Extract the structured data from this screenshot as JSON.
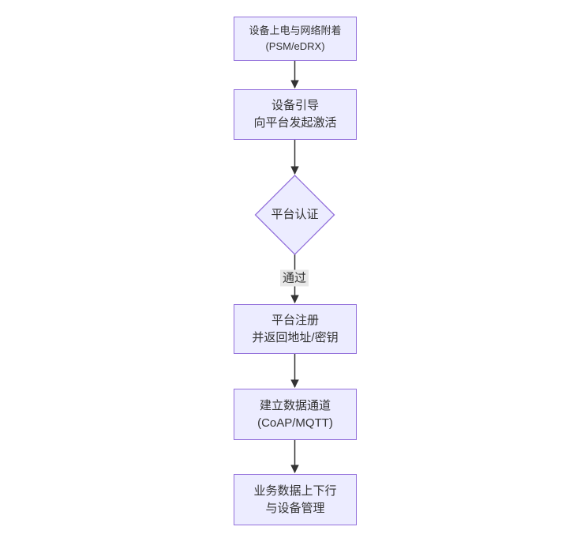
{
  "theme": {
    "background": "#ffffff",
    "node_fill": "#ECECFF",
    "node_border": "#9370DB",
    "edge_color": "#333333",
    "text_color": "#333333",
    "edge_label_bg": "#e8e8e8"
  },
  "diagram": {
    "type": "flowchart",
    "direction": "top-down",
    "nodes": [
      {
        "id": "power-on-attach",
        "shape": "rect",
        "lines": [
          "设备上电与网络附着",
          "(PSM/eDRX)"
        ]
      },
      {
        "id": "bootstrap-activate",
        "shape": "rect",
        "lines": [
          "设备引导",
          "向平台发起激活"
        ]
      },
      {
        "id": "platform-auth",
        "shape": "diamond",
        "lines": [
          "平台认证"
        ]
      },
      {
        "id": "platform-register",
        "shape": "rect",
        "lines": [
          "平台注册",
          "并返回地址/密钥"
        ]
      },
      {
        "id": "data-channel",
        "shape": "rect",
        "lines": [
          "建立数据通道",
          "(CoAP/MQTT)"
        ]
      },
      {
        "id": "business-data",
        "shape": "rect",
        "lines": [
          "业务数据上下行",
          "与设备管理"
        ]
      }
    ],
    "edges": [
      {
        "from": "power-on-attach",
        "to": "bootstrap-activate",
        "label": ""
      },
      {
        "from": "bootstrap-activate",
        "to": "platform-auth",
        "label": ""
      },
      {
        "from": "platform-auth",
        "to": "platform-register",
        "label": "通过"
      },
      {
        "from": "platform-register",
        "to": "data-channel",
        "label": ""
      },
      {
        "from": "data-channel",
        "to": "business-data",
        "label": ""
      }
    ]
  }
}
